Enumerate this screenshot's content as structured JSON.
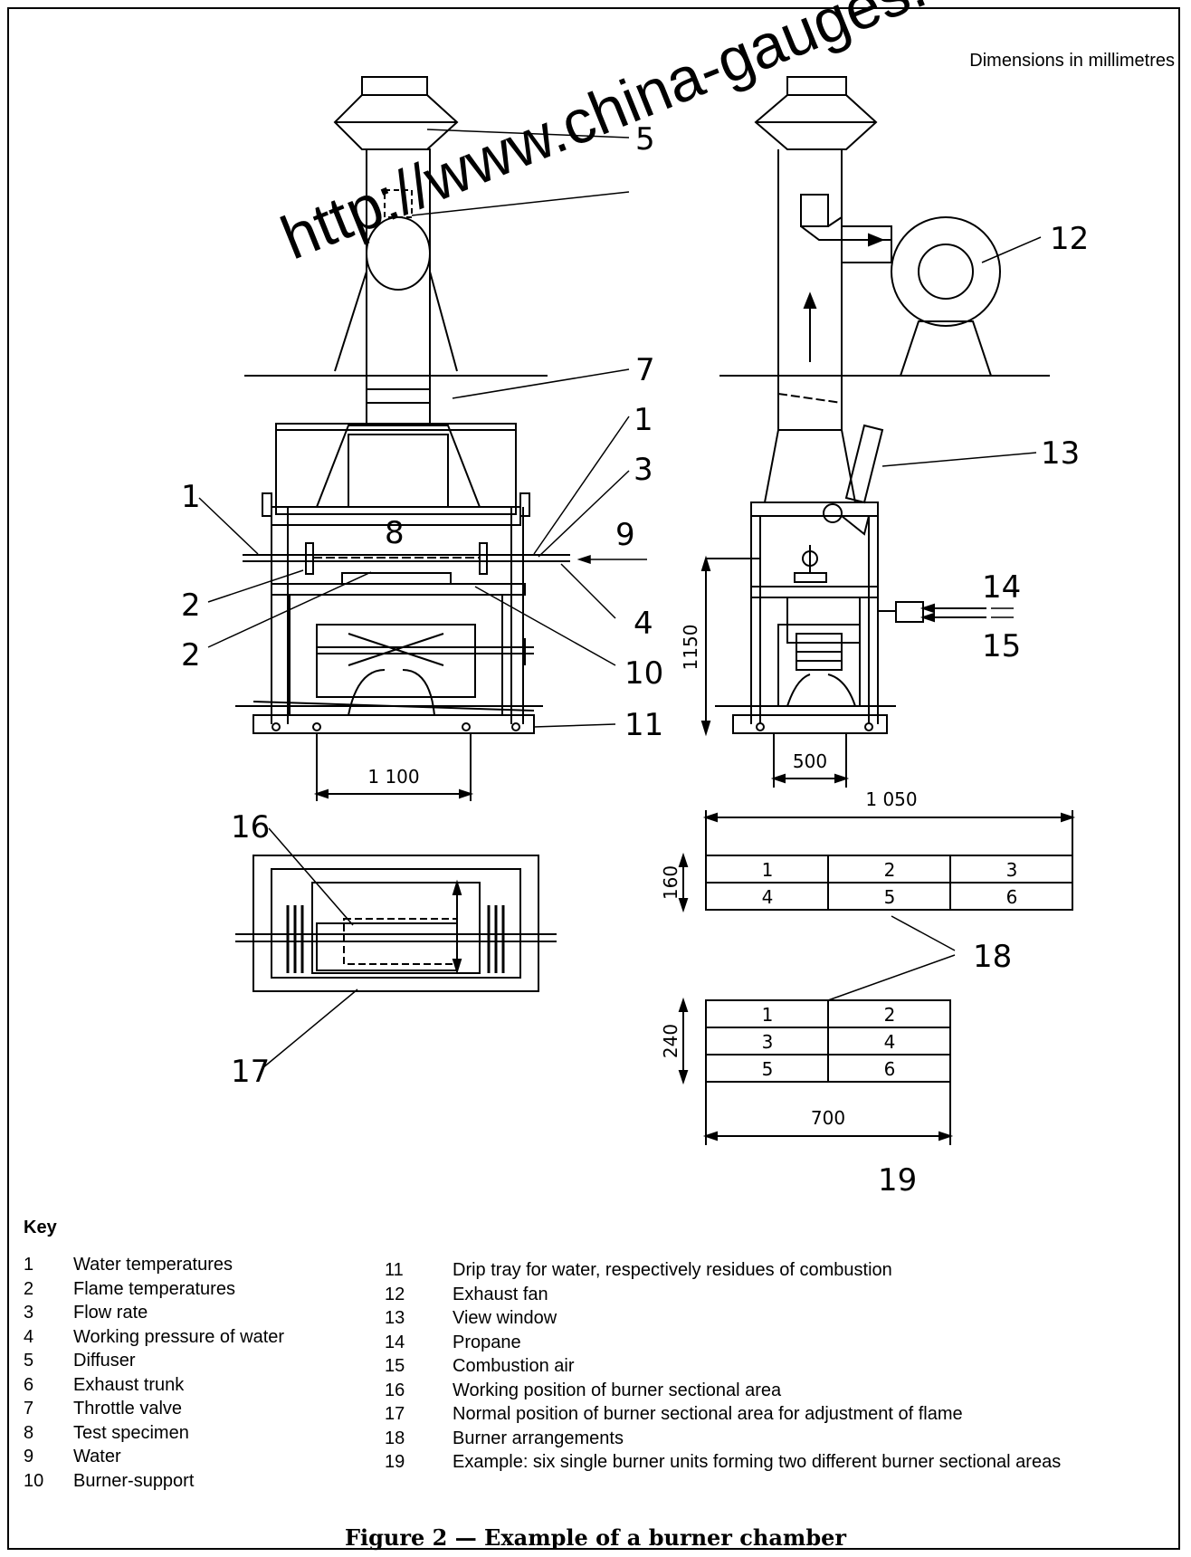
{
  "dimensions_note": "Dimensions in millimetres",
  "watermark": "http://www.china-gauges.com/",
  "callouts": {
    "c1a": "1",
    "c1b": "1",
    "c2a": "2",
    "c2b": "2",
    "c3": "3",
    "c4": "4",
    "c5": "5",
    "c7": "7",
    "c8": "8",
    "c9": "9",
    "c10": "10",
    "c11": "11",
    "c12": "12",
    "c13": "13",
    "c14": "14",
    "c15": "15",
    "c16": "16",
    "c17": "17",
    "c18": "18",
    "c19": "19"
  },
  "dimensions": {
    "d1100": "1 100",
    "d1150": "1150",
    "d500": "500",
    "d1050": "1 050",
    "d160": "160",
    "d240": "240",
    "d700": "700"
  },
  "burner_table_a": [
    [
      "1",
      "2",
      "3"
    ],
    [
      "4",
      "5",
      "6"
    ]
  ],
  "burner_table_b": [
    [
      "1",
      "2"
    ],
    [
      "3",
      "4"
    ],
    [
      "5",
      "6"
    ]
  ],
  "key": {
    "title": "Key",
    "items": [
      {
        "n": "1",
        "t": "Water temperatures"
      },
      {
        "n": "2",
        "t": "Flame temperatures"
      },
      {
        "n": "3",
        "t": "Flow rate"
      },
      {
        "n": "4",
        "t": "Working pressure of water"
      },
      {
        "n": "5",
        "t": "Diffuser"
      },
      {
        "n": "6",
        "t": "Exhaust trunk"
      },
      {
        "n": "7",
        "t": "Throttle valve"
      },
      {
        "n": "8",
        "t": "Test specimen"
      },
      {
        "n": "9",
        "t": "Water"
      },
      {
        "n": "10",
        "t": "Burner-support"
      },
      {
        "n": "11",
        "t": "Drip tray for water, respectively residues of combustion"
      },
      {
        "n": "12",
        "t": "Exhaust fan"
      },
      {
        "n": "13",
        "t": "View window"
      },
      {
        "n": "14",
        "t": "Propane"
      },
      {
        "n": "15",
        "t": "Combustion air"
      },
      {
        "n": "16",
        "t": "Working position of burner sectional area"
      },
      {
        "n": "17",
        "t": "Normal position of burner sectional area for adjustment of flame"
      },
      {
        "n": "18",
        "t": "Burner arrangements"
      },
      {
        "n": "19",
        "t": "Example: six single burner units forming two different burner sectional areas"
      }
    ]
  },
  "caption": "Figure 2 — Example of a burner chamber"
}
